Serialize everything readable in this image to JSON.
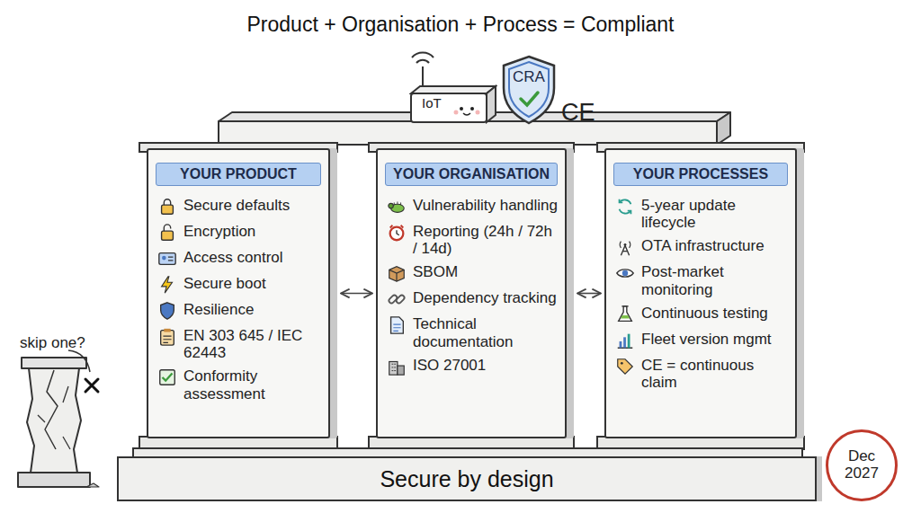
{
  "diagram": {
    "title": "Product + Organisation + Process = Compliant",
    "nodes": [
      {
        "text": [
          "IoT"
        ]
      },
      {
        "text": [
          "CRA"
        ]
      },
      {
        "text": [
          "YOUR PRODUCT",
          "Secure defaults",
          "Encryption",
          "Access control",
          "Secure boot",
          "Resilience",
          "EN 303 645 / IEC 62443",
          "Conformity assessment"
        ]
      },
      {
        "text": [
          "YOUR ORGANISATION",
          "Vulnerability handling",
          "Reporting (24h / 72h / 14d)",
          "SBOM",
          "Dependency tracking",
          "Technical documentation",
          "ISO 27001"
        ]
      },
      {
        "text": [
          "YOUR PROCESSES",
          "5-year update lifecycle",
          "OTA infrastructure",
          "Post-market monitoring",
          "Continuous testing",
          "Fleet version mgmt",
          "CE = continuous claim"
        ]
      },
      {
        "text": [
          "Secure by design"
        ]
      },
      {
        "text": [
          "Dec 2027"
        ]
      }
    ],
    "edges": [
      {
        "from": 2,
        "to": 3,
        "arrow": "both"
      },
      {
        "from": 3,
        "to": 4,
        "arrow": "both"
      }
    ],
    "labels": [
      "CE",
      "skip one?"
    ]
  }
}
